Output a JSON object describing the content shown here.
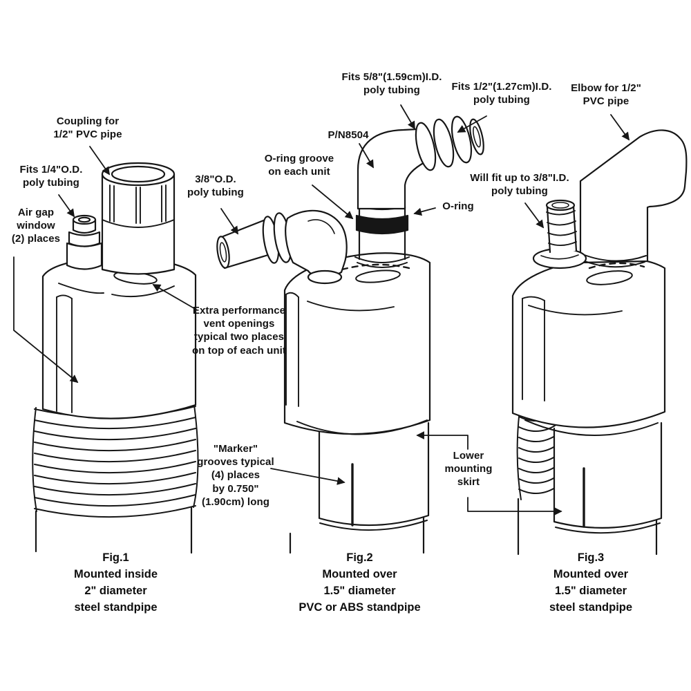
{
  "diagram": {
    "title_hint": "Air gap vent cap fittings for standpipes",
    "ink_color": "#161616",
    "background": "#ffffff",
    "labels": {
      "coupling": "Coupling for\n1/2\" PVC pipe",
      "fits_quarter": "Fits 1/4\"O.D.\npoly tubing",
      "air_gap": "Air gap\nwindow\n(2) places",
      "tubing_38": "3/8\"O.D.\npoly tubing",
      "oring_groove": "O-ring groove\non each unit",
      "part_number": "P/N8504",
      "fits_58": "Fits 5/8\"(1.59cm)I.D.\npoly tubing",
      "fits_12": "Fits 1/2\"(1.27cm)I.D.\npoly tubing",
      "elbow": "Elbow for 1/2\"\nPVC pipe",
      "oring": "O-ring",
      "will_fit": "Will fit up to 3/8\"I.D.\npoly tubing",
      "vent_openings": "Extra performance\nvent openings\ntypical two places\non top of each unit",
      "marker_grooves": "\"Marker\"\ngrooves typical\n(4) places\nby 0.750\"\n(1.90cm) long",
      "mounting_skirt": "Lower\nmounting\nskirt"
    },
    "captions": {
      "fig1": "Fig.1\nMounted inside\n2\" diameter\nsteel standpipe",
      "fig2": "Fig.2\nMounted over\n1.5\" diameter\nPVC or ABS standpipe",
      "fig3": "Fig.3\nMounted over\n1.5\" diameter\nsteel standpipe"
    }
  }
}
